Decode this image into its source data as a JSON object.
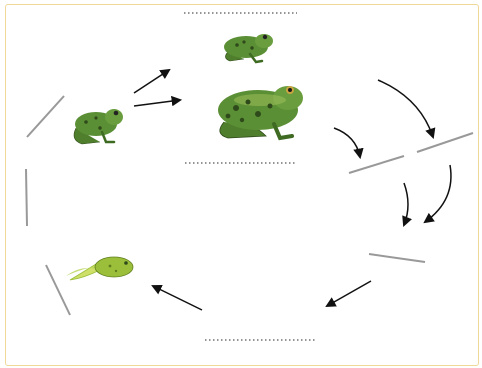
{
  "diagram": {
    "type": "frog-life-cycle",
    "colors": {
      "border": "#f0d89a",
      "line": "#999999",
      "dotted": "#555555",
      "arrow": "#111111",
      "frog_body": "#5b8f35",
      "frog_dark": "#2f4a1a",
      "frog_light": "#9cc05a",
      "tadpole_body": "#9bbf3a",
      "tadpole_tail": "#cfe06a"
    },
    "stages": [
      {
        "id": "young-frog",
        "icon": "small-frog-icon"
      },
      {
        "id": "frog",
        "icon": "small-frog-icon"
      },
      {
        "id": "adult-frog",
        "icon": "large-frog-icon"
      },
      {
        "id": "tadpole",
        "icon": "tadpole-icon"
      }
    ],
    "blanks": [
      {
        "id": "top-top",
        "style": "dotted"
      },
      {
        "id": "top-bottom",
        "style": "dotted"
      },
      {
        "id": "bottom",
        "style": "dotted"
      },
      {
        "id": "left-upper",
        "style": "solid"
      },
      {
        "id": "left-middle",
        "style": "solid"
      },
      {
        "id": "left-lower",
        "style": "solid"
      },
      {
        "id": "right-inner",
        "style": "solid"
      },
      {
        "id": "right-outer",
        "style": "solid"
      },
      {
        "id": "right-lower",
        "style": "solid"
      }
    ]
  }
}
